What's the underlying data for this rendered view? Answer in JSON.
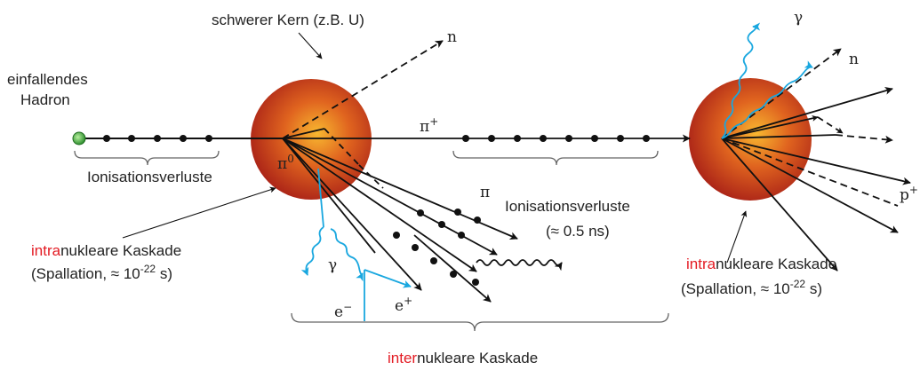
{
  "labels": {
    "heavy_nucleus": "schwerer Kern (z.B. U)",
    "incident_line1": "einfallendes",
    "incident_line2": "Hadron",
    "ionization_left": "Ionisationsverluste",
    "ionization_mid": "Ionisationsverluste",
    "time_mid": "(≈ 0.5 ns)",
    "intra_left_red": "intra",
    "intra_left_rest": "nukleare Kaskade",
    "spall_left_pre": "(Spallation, ≈ 10",
    "spall_left_exp": "-22",
    "spall_left_post": " s)",
    "intra_right_red": "intra",
    "intra_right_rest": "nukleare Kaskade",
    "spall_right_pre": "(Spallation, ≈ 10",
    "spall_right_exp": "-22",
    "spall_right_post": " s)",
    "inter_red": "inter",
    "inter_rest": "nukleare Kaskade"
  },
  "symbols": {
    "n_left": "n",
    "pi_plus": "π",
    "pi_plus_sup": "+",
    "pi_zero": "π",
    "pi_zero_sup": "0",
    "pi": "π",
    "gamma_left": "γ",
    "e_minus": "e",
    "e_minus_sup": "−",
    "e_plus": "e",
    "e_plus_sup": "+",
    "gamma_right": "γ",
    "n_right": "n",
    "p_plus": "p",
    "p_plus_sup": "+"
  },
  "colors": {
    "highlight_red": "#e31b23",
    "photon_blue": "#19a7df",
    "nucleus_core": "#f7a32c",
    "nucleus_edge": "#b02318",
    "hadron_green": "#3aa83a"
  }
}
